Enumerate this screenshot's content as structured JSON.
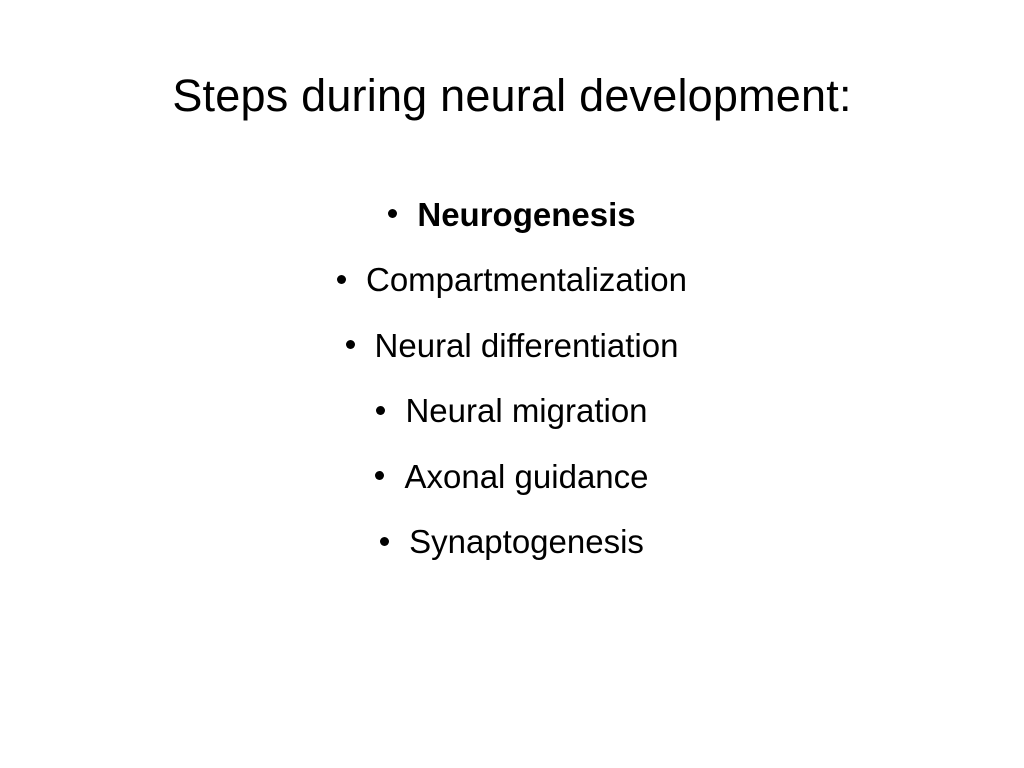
{
  "slide": {
    "title": "Steps during neural development:",
    "bullets": [
      {
        "label": "Neurogenesis",
        "bold": true
      },
      {
        "label": "Compartmentalization",
        "bold": false
      },
      {
        "label": "Neural differentiation",
        "bold": false
      },
      {
        "label": "Neural migration",
        "bold": false
      },
      {
        "label": "Axonal guidance",
        "bold": false
      },
      {
        "label": "Synaptogenesis",
        "bold": false
      }
    ]
  }
}
